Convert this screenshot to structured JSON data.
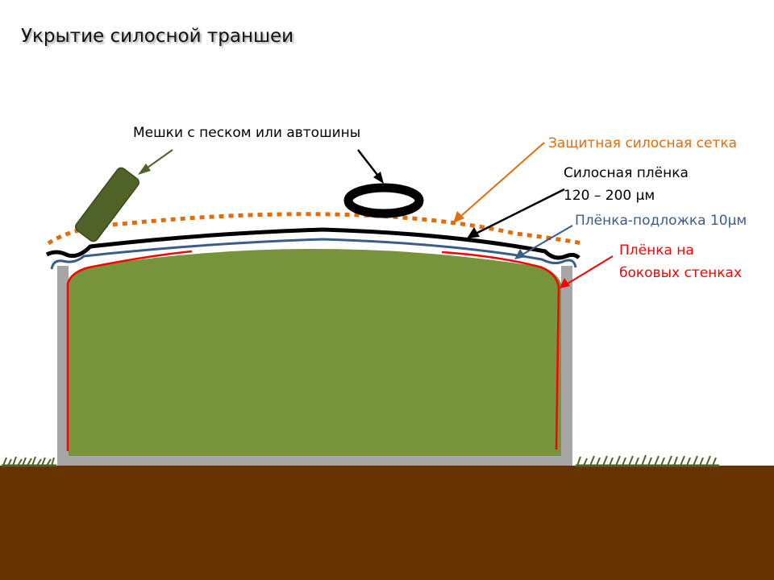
{
  "title": "Укрытие силосной траншеи",
  "labels": {
    "bags": "Мешки с песком или автошины",
    "net": "Защитная силосная сетка",
    "film_line1": "Силосная плёнка",
    "film_line2": "120 – 200 µм",
    "underlay": "Плёнка-подложка 10µм",
    "side_line1": "Плёнка на",
    "side_line2": "боковых стенках"
  },
  "colors": {
    "net": "#e46c0a",
    "film": "#000000",
    "underlay": "#385d8a",
    "side_film": "#ff0000",
    "silage": "#77933c",
    "walls": "#a6a6a6",
    "soil": "#663300",
    "grass": "#4f6228",
    "sandbag": "#4f6228"
  }
}
